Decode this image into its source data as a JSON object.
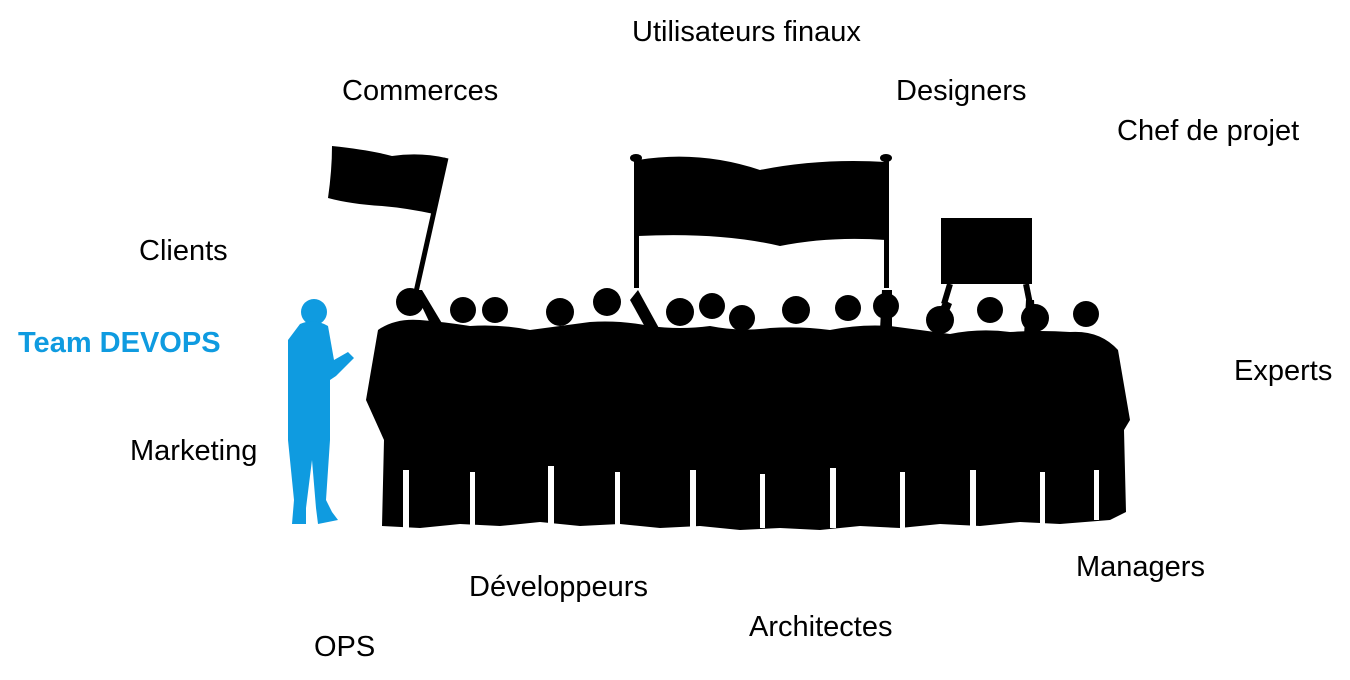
{
  "labels": {
    "utilisateurs": "Utilisateurs finaux",
    "commerces": "Commerces",
    "designers": "Designers",
    "chef": "Chef de projet",
    "clients": "Clients",
    "team": "Team DEVOPS",
    "experts": "Experts",
    "marketing": "Marketing",
    "managers": "Managers",
    "developpeurs": "Développeurs",
    "architectes": "Architectes",
    "ops": "OPS"
  },
  "colors": {
    "accent": "#0f9be0",
    "crowd": "#000000"
  },
  "icons": {
    "speaker": "speaker-silhouette-icon",
    "crowd": "protest-crowd-silhouette-icon",
    "flag": "flag-icon",
    "banner": "banner-icon",
    "sign": "sign-icon"
  }
}
